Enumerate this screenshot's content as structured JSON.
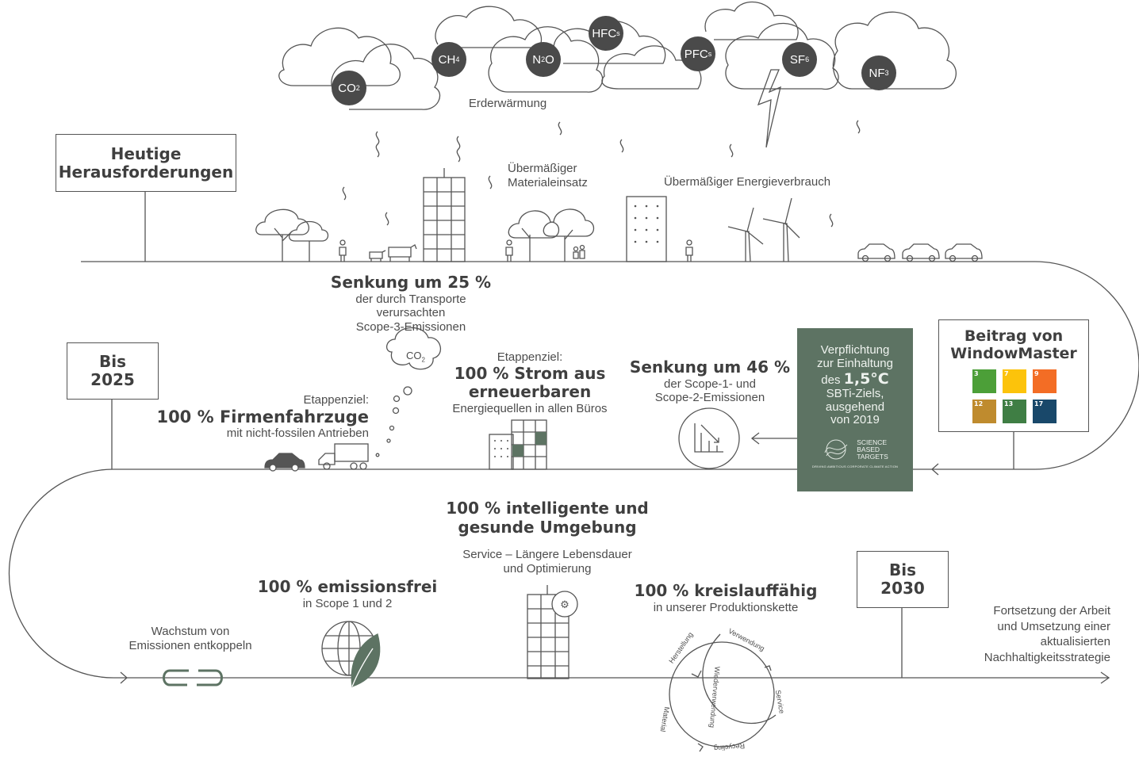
{
  "clouds": {
    "gases": [
      {
        "base": "CO",
        "sub": "2"
      },
      {
        "base": "CH",
        "sub": "4"
      },
      {
        "base": "N",
        "sub": "2",
        "rest": "O"
      },
      {
        "base": "HFC",
        "sub": "s"
      },
      {
        "base": "PFC",
        "sub": "s"
      },
      {
        "base": "SF",
        "sub": "6"
      },
      {
        "base": "NF",
        "sub": "3"
      }
    ],
    "global_warming": "Erderwärmung"
  },
  "today": {
    "box_line1": "Heutige",
    "box_line2": "Herausforderungen",
    "material_line1": "Übermäßiger",
    "material_line2": "Materialeinsatz",
    "energy": "Übermäßiger Energieverbrauch"
  },
  "by2025": {
    "box_line1": "Bis",
    "box_line2": "2025",
    "transport": {
      "headline": "Senkung um 25 %",
      "line1": "der durch Transporte",
      "line2": "verursachten",
      "line3": "Scope-3-Emissionen",
      "co2": "CO",
      "co2_sub": "2"
    },
    "fleet": {
      "pre": "Etappenziel:",
      "headline": "100 % Firmenfahrzuge",
      "line1": "mit nicht-fossilen Antrieben"
    },
    "power": {
      "pre": "Etappenziel:",
      "headline1": "100 % Strom aus",
      "headline2": "erneuerbaren",
      "line1": "Energiequellen in allen Büros"
    },
    "scope12": {
      "headline": "Senkung um 46 %",
      "line1": "der Scope-1- und",
      "line2": "Scope-2-Emissionen"
    },
    "sbti": {
      "line1": "Verpflichtung",
      "line2": "zur Einhaltung",
      "line3_pre": "des",
      "line3_bold": "1,5°C",
      "line4": "SBTi-Ziels,",
      "line5": "ausgehend",
      "line6": "von 2019",
      "logo_line1": "SCIENCE",
      "logo_line2": "BASED",
      "logo_line3": "TARGETS",
      "logo_tagline": "DRIVING AMBITIOUS CORPORATE CLIMATE ACTION"
    },
    "contribution": {
      "line1": "Beitrag von",
      "line2": "WindowMaster"
    }
  },
  "by2030": {
    "box_line1": "Bis",
    "box_line2": "2030",
    "decouple_line1": "Wachstum von",
    "decouple_line2": "Emissionen entkoppeln",
    "emission_free": {
      "headline": "100 % emissionsfrei",
      "line1": "in Scope 1 und 2"
    },
    "smart": {
      "headline1": "100 % intelligente und",
      "headline2": "gesunde Umgebung",
      "line1": "Service – Längere Lebensdauer",
      "line2": "und Optimierung"
    },
    "circular": {
      "headline": "100 % kreislauffähig",
      "line1": "in unserer Produktionskette",
      "cycle": [
        "Herstellung",
        "Verwendung",
        "Service",
        "Recycling",
        "Material",
        "Wiederverwendung"
      ]
    },
    "continue": {
      "line1": "Fortsetzung der Arbeit",
      "line2": "und Umsetzung einer",
      "line3": "aktualisierten",
      "line4": "Nachhaltigkeitsstrategie"
    }
  },
  "sdg_tiles": [
    {
      "num": "3",
      "color": "#4c9f38"
    },
    {
      "num": "7",
      "color": "#fcc30b"
    },
    {
      "num": "9",
      "color": "#f36d25"
    },
    {
      "num": "12",
      "color": "#bf8b2e"
    },
    {
      "num": "13",
      "color": "#3f7e44"
    },
    {
      "num": "17",
      "color": "#19486a"
    }
  ],
  "colors": {
    "line": "#555555",
    "gas_circle": "#4a4a4a",
    "accent_green": "#5d7363",
    "leaf_green": "#5d7363"
  }
}
